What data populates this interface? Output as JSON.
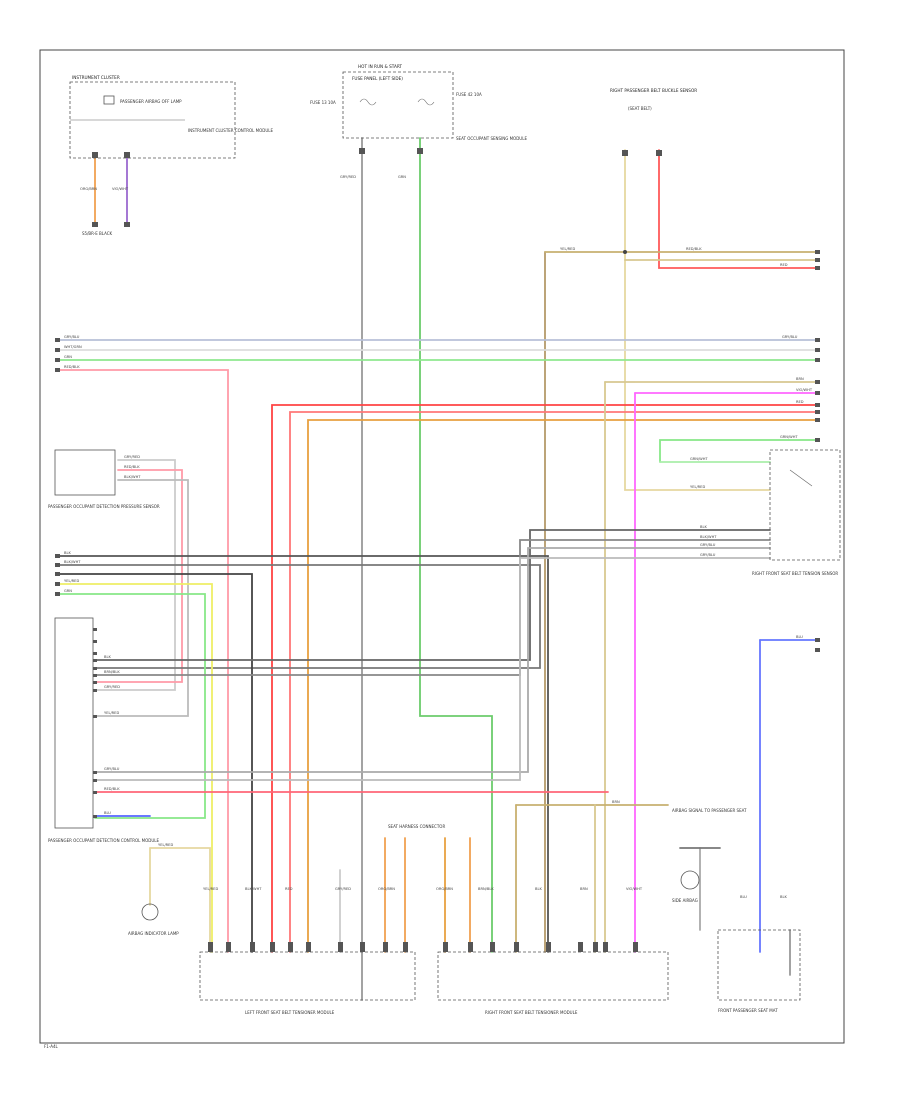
{
  "diagram": {
    "page_code": "F1-A4L",
    "components": {
      "ic_title": "INSTRUMENT CLUSTER",
      "ic_indicator": "PASSENGER AIRBAG OFF LAMP",
      "ic_module": "INSTRUMENT CLUSTER CONTROL MODULE",
      "splice_ic": "S5/BR-E BLACK",
      "hot": "HOT IN RUN & START",
      "fuse_panel": "FUSE PANEL (LEFT SIDE)",
      "fuse_left": "FUSE 13 10A",
      "fuse_right": "FUSE 42 10A",
      "fuse_notes": "SEAT OCCUPANT SENSING MODULE",
      "rear_sensor": "RIGHT PASSENGER BELT BUCKLE SENSOR",
      "rear_sensor_note": "(SEAT BELT)",
      "occupant_sensor": "PASSENGER OCCUPANT DETECTION PRESSURE SENSOR",
      "airbag_module_title": "PASSENGER OCCUPANT DETECTION CONTROL MODULE",
      "belt_switch": "RIGHT FRONT SEAT BELT TENSION SENSOR",
      "airbag_lamp": "AIRBAG INDICATOR LAMP",
      "side_airbag": "SIDE AIRBAG",
      "left_tensioner": "LEFT FRONT SEAT BELT TENSIONER MODULE",
      "right_tensioner": "RIGHT FRONT SEAT BELT TENSIONER MODULE",
      "splice_block": "SEAT HARNESS CONNECTOR",
      "passenger_mat": "FRONT PASSENGER SEAT MAT",
      "driver_signal": "AIRBAG SIGNAL TO PASSENGER SEAT"
    },
    "wire_labels": {
      "w1": "GRY/BLU",
      "w2": "GRN",
      "w3": "BRN",
      "w4": "RED/BLK",
      "w5": "BLK/WHT",
      "w6": "WHT/GRN",
      "w7": "BRN/BLK",
      "w8": "YEL/RED",
      "w9": "GRY/RED",
      "w10": "BLU",
      "w11": "RED",
      "w12": "VIO/WHT",
      "w13": "ORG/BRN",
      "w14": "GRN/WHT",
      "w15": "BLK"
    }
  }
}
